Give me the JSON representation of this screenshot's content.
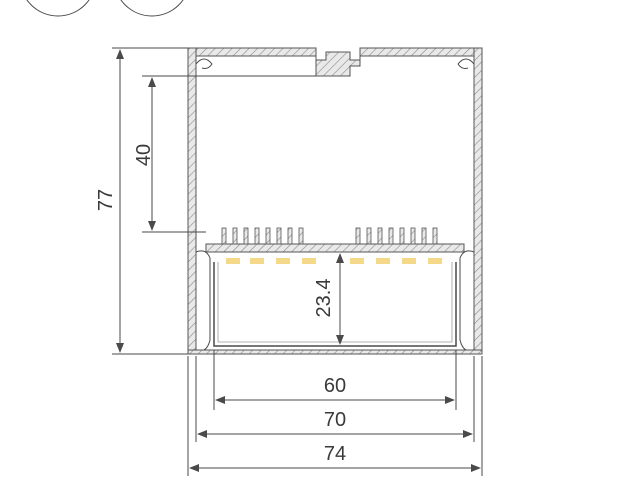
{
  "diagram": {
    "type": "aluminium LED profile cross-section",
    "dimensions": {
      "total_height": "77",
      "inner_height": "40",
      "diffuser_depth": "23.4",
      "diffuser_width": "60",
      "inner_width": "70",
      "outer_width": "74"
    }
  }
}
